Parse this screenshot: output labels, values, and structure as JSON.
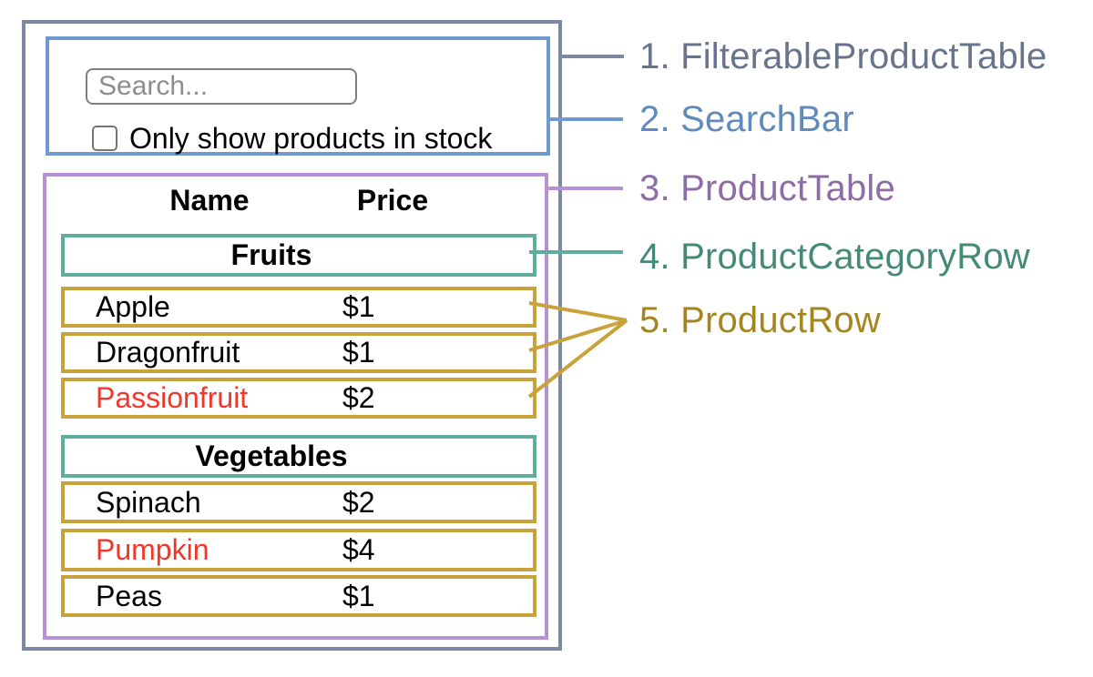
{
  "search_bar": {
    "placeholder": "Search...",
    "checkbox_label": "Only show products in stock"
  },
  "product_table": {
    "headers": {
      "name": "Name",
      "price": "Price"
    },
    "sections": [
      {
        "category": "Fruits",
        "rows": [
          {
            "name": "Apple",
            "price": "$1",
            "highlighted": false
          },
          {
            "name": "Dragonfruit",
            "price": "$1",
            "highlighted": false
          },
          {
            "name": "Passionfruit",
            "price": "$2",
            "highlighted": true
          }
        ]
      },
      {
        "category": "Vegetables",
        "rows": [
          {
            "name": "Spinach",
            "price": "$2",
            "highlighted": false
          },
          {
            "name": "Pumpkin",
            "price": "$4",
            "highlighted": true
          },
          {
            "name": "Peas",
            "price": "$1",
            "highlighted": false
          }
        ]
      }
    ]
  },
  "legend": [
    {
      "label": "1. FilterableProductTable",
      "color": "#68748b"
    },
    {
      "label": "2. SearchBar",
      "color": "#6089bd"
    },
    {
      "label": "3. ProductTable",
      "color": "#8e6ca6"
    },
    {
      "label": "4. ProductCategoryRow",
      "color": "#458a76"
    },
    {
      "label": "5. ProductRow",
      "color": "#a5851f"
    }
  ],
  "colors": {
    "filterable_product_table_border": "#7d89a0",
    "search_bar_border": "#6f9ad0",
    "product_table_border": "#b691d5",
    "product_category_row_border": "#5fae9b",
    "product_row_border": "#c8a23b",
    "out_of_stock_text": "#ef382a"
  }
}
